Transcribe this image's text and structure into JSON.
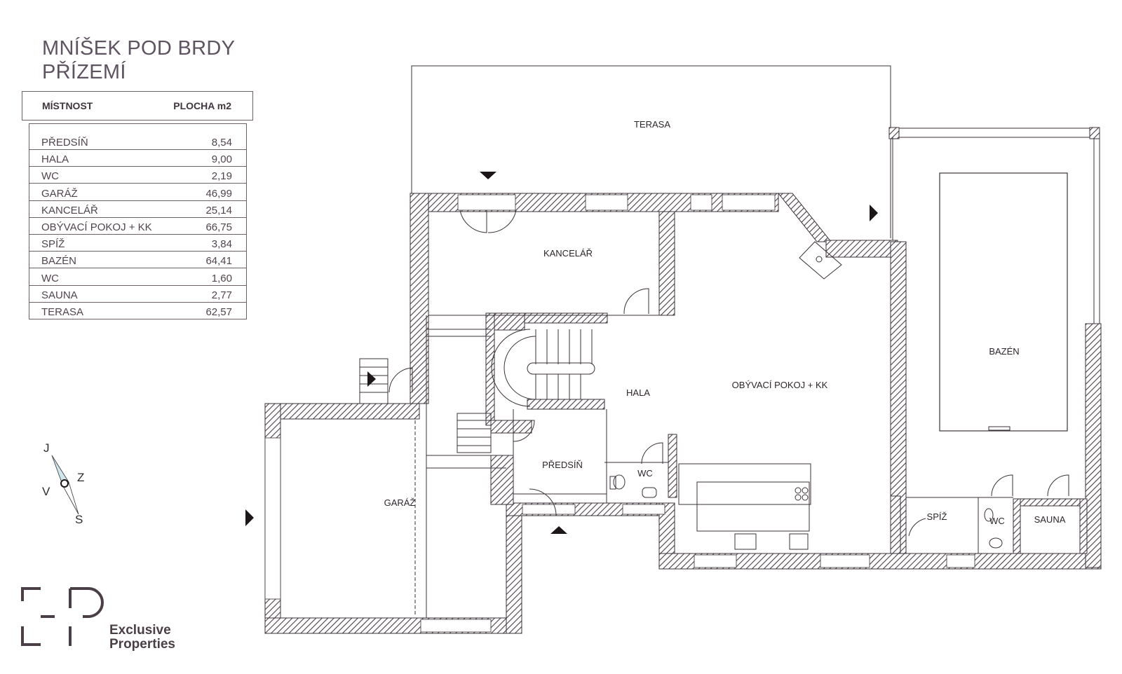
{
  "header": {
    "title_line1": "MNÍŠEK POD BRDY",
    "title_line2": "PŘÍZEMÍ"
  },
  "area_table": {
    "col_room": "MÍSTNOST",
    "col_area": "PLOCHA m2",
    "rows": [
      {
        "room": "PŘEDSÍŇ",
        "area": "8,54"
      },
      {
        "room": "HALA",
        "area": "9,00"
      },
      {
        "room": "WC",
        "area": "2,19"
      },
      {
        "room": "GARÁŽ",
        "area": "46,99"
      },
      {
        "room": "KANCELÁŘ",
        "area": "25,14"
      },
      {
        "room": "OBÝVACÍ POKOJ  + KK",
        "area": "66,75"
      },
      {
        "room": "SPÍŽ",
        "area": "3,84"
      },
      {
        "room": "BAZÉN",
        "area": "64,41"
      },
      {
        "room": "WC",
        "area": "1,60"
      },
      {
        "room": "SAUNA",
        "area": "2,77"
      },
      {
        "room": "TERASA",
        "area": "62,57"
      }
    ]
  },
  "plan_labels": {
    "terasa": "TERASA",
    "kancelar": "KANCELÁŘ",
    "hala": "HALA",
    "obyvaci": "OBÝVACÍ POKOJ + KK",
    "bazen": "BAZÉN",
    "predsin": "PŘEDSÍŇ",
    "wc1": "WC",
    "garaz": "GARÁŽ",
    "spiz": "SPÍŽ",
    "wc2": "WC",
    "sauna": "SAUNA"
  },
  "compass": {
    "north": "J",
    "east": "Z",
    "west": "V",
    "south": "S"
  },
  "logo": {
    "line1": "Exclusive",
    "line2": "Properties"
  },
  "colors": {
    "wall_hatch": "#4a3f47",
    "text": "#5e5360",
    "line": "#6b6068"
  }
}
